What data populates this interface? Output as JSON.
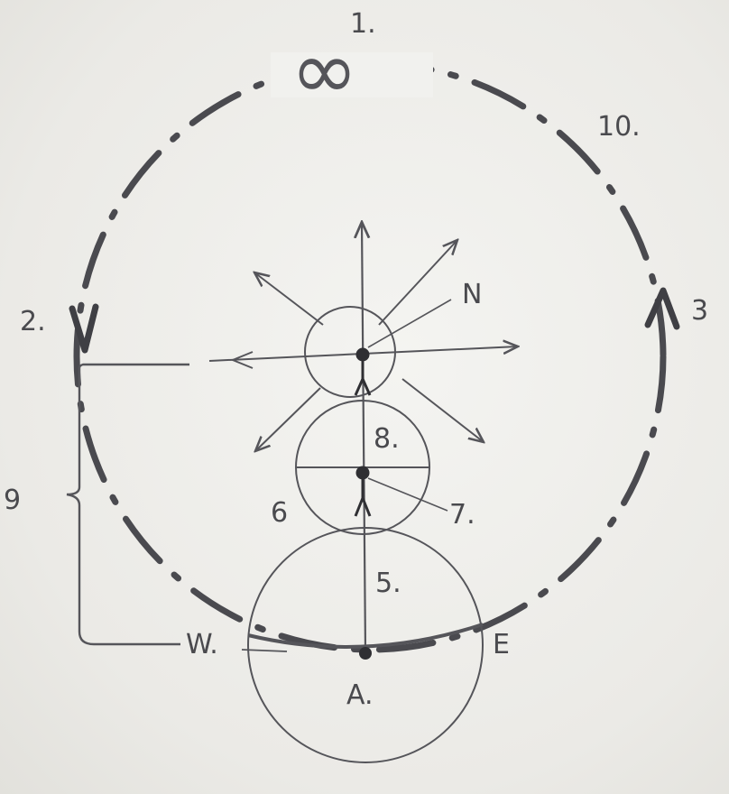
{
  "labels": {
    "l1": "1.",
    "infinity": "∞",
    "l10": "10.",
    "l2": "2.",
    "l3": "3",
    "n": "N",
    "l8": "8.",
    "l6": "6",
    "l7": "7.",
    "l9": "9",
    "l5": "5.",
    "w": "W.",
    "e": "E",
    "l4": "A."
  },
  "colors": {
    "ink": "#55555a",
    "ink_dark": "#3f3f44",
    "paper": "#ecebe6"
  }
}
